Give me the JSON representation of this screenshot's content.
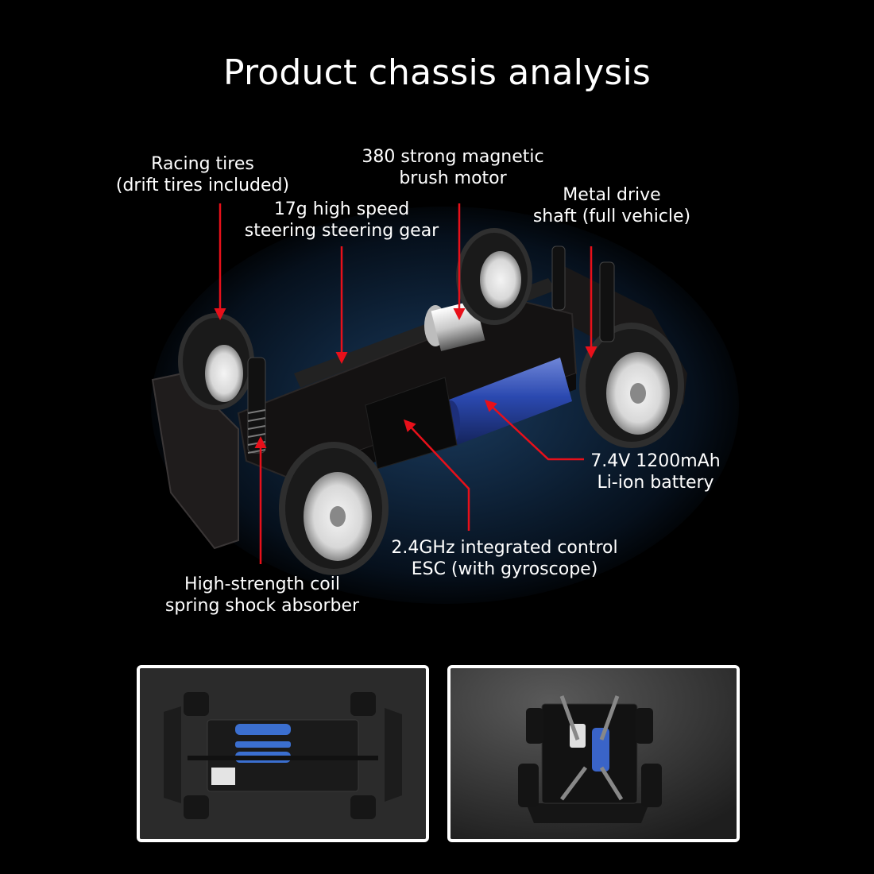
{
  "title": "Product chassis analysis",
  "callouts": {
    "racing_tires": {
      "line1": "Racing tires",
      "line2": "(drift tires included)"
    },
    "motor": {
      "line1": "380 strong magnetic",
      "line2": "brush motor"
    },
    "steering_gear": {
      "line1": "17g high speed",
      "line2": "steering steering gear"
    },
    "drive_shaft": {
      "line1": "Metal drive",
      "line2": "shaft (full vehicle)"
    },
    "battery": {
      "line1": "7.4V 1200mAh",
      "line2": "Li-ion battery"
    },
    "esc": {
      "line1": "2.4GHz integrated control",
      "line2": "ESC (with gyroscope)"
    },
    "shock_absorber": {
      "line1": "High-strength coil",
      "line2": "spring shock absorber"
    }
  },
  "colors": {
    "callout_line": "#e8101a",
    "background": "#000000",
    "battery_blue": "#2b57c8"
  },
  "thumbnails": [
    {
      "view": "bottom-view"
    },
    {
      "view": "top-front-view"
    }
  ]
}
